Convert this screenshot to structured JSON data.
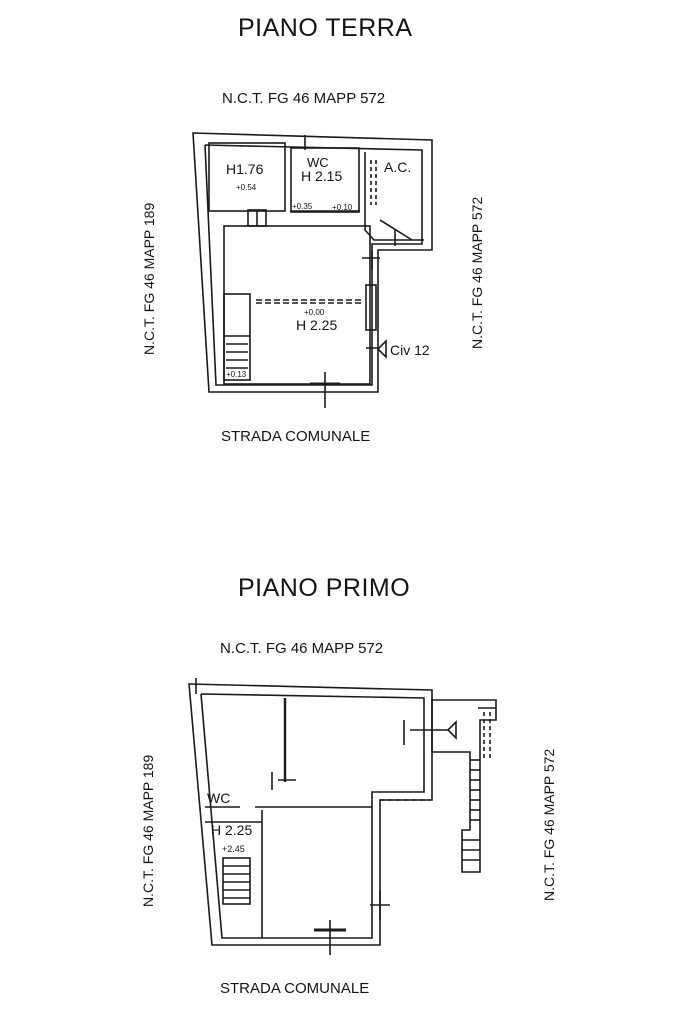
{
  "ground_floor": {
    "title": "PIANO TERRA",
    "north_neighbor": "N.C.T. FG 46 MAPP 572",
    "west_neighbor": "N.C.T. FG 46 MAPP 189",
    "east_neighbor": "N.C.T. FG 46 MAPP 572",
    "street": "STRADA COMUNALE",
    "room_cellar_height": "H1.76",
    "room_cellar_level": "+0.54",
    "room_wc_label": "WC",
    "room_wc_height": "H 2.15",
    "room_ac_label": "A.C.",
    "level_wc_left": "+0.35",
    "level_wc_right": "+0.10",
    "main_level": "+0,00",
    "main_height": "H 2.25",
    "stair_level": "+0.13",
    "entrance_label": "Civ 12"
  },
  "first_floor": {
    "title": "PIANO PRIMO",
    "north_neighbor": "N.C.T. FG 46 MAPP 572",
    "west_neighbor": "N.C.T. FG 46 MAPP 189",
    "east_neighbor": "N.C.T. FG 46 MAPP 572",
    "street": "STRADA COMUNALE",
    "room_wc_label": "WC",
    "room_height": "H 2.25",
    "level": "+2.45"
  }
}
